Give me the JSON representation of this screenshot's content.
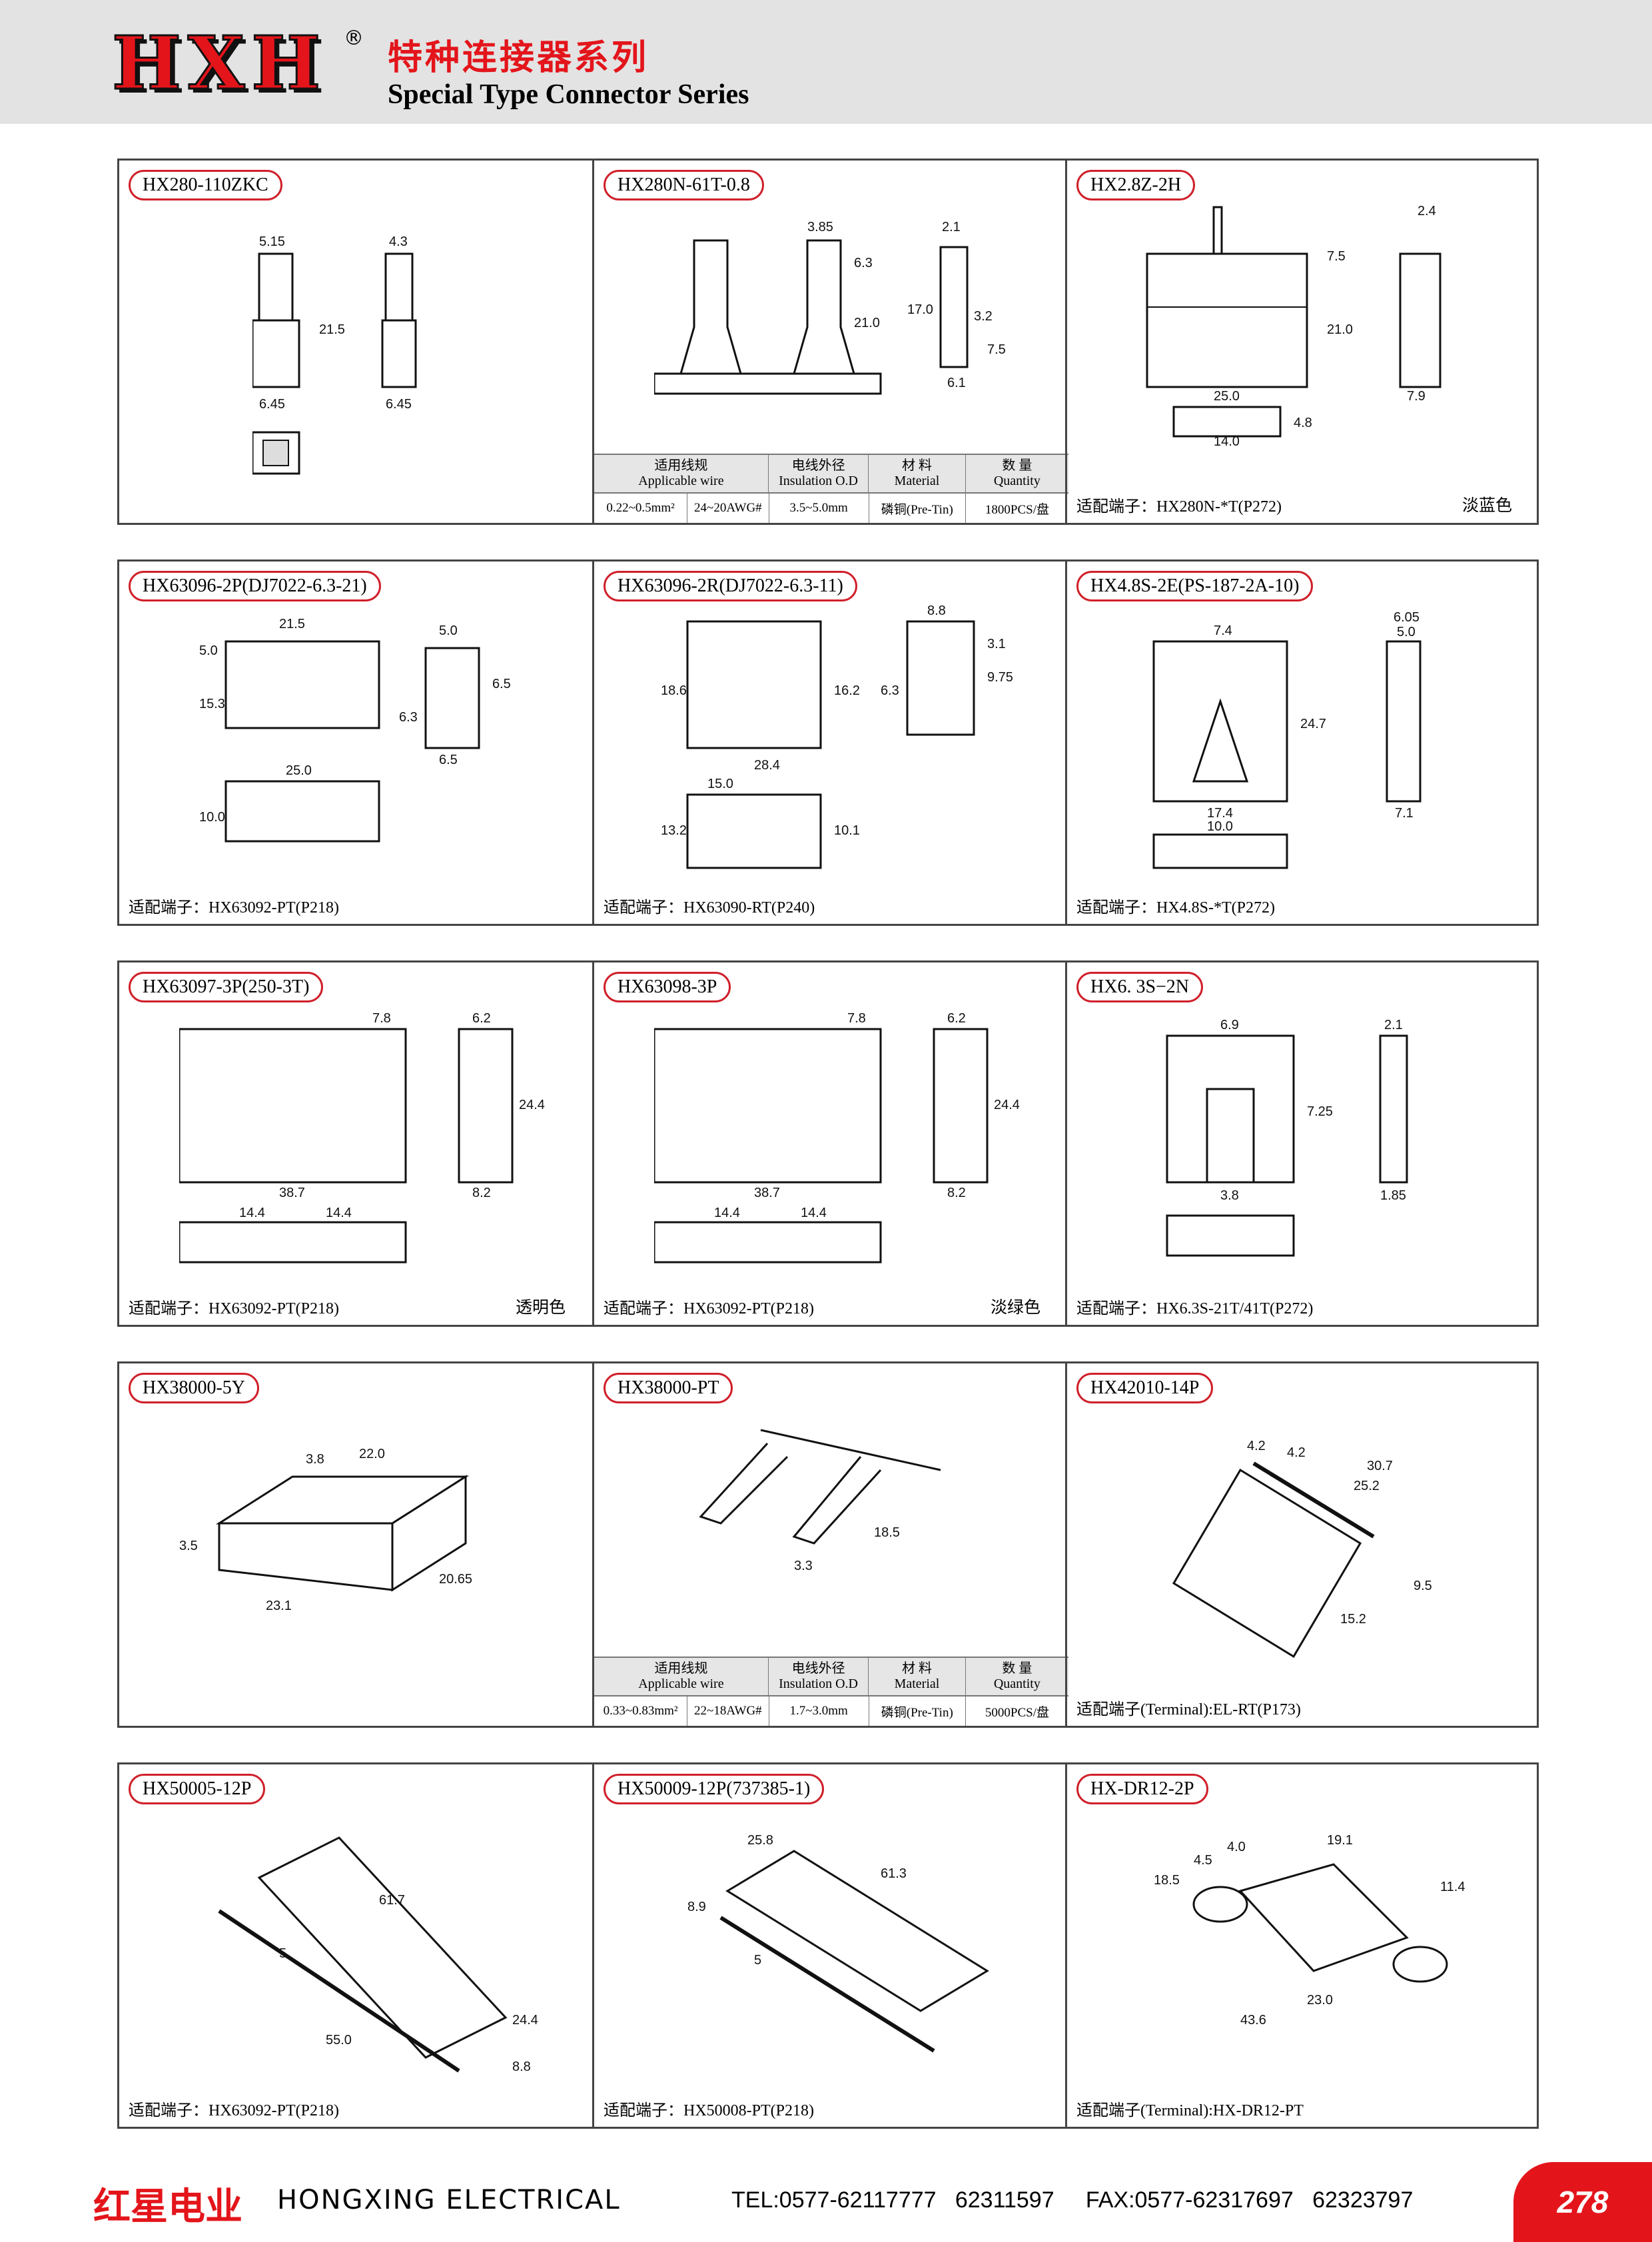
{
  "header": {
    "logo": "HXH",
    "reg_mark": "®",
    "title_cn": "特种连接器系列",
    "title_en": "Special Type Connector Series"
  },
  "rows": [
    {
      "cells": [
        {
          "model": "HX280-110ZKC",
          "dims": [
            "5.15",
            "4.3",
            "21.5",
            "6.45",
            "6.45"
          ],
          "footer": "",
          "color": ""
        },
        {
          "model": "HX280N-61T-0.8",
          "dims": [
            "3.85",
            "2.1",
            "6.3",
            "21.0",
            "17.0",
            "3.2",
            "7.5",
            "6.1"
          ],
          "footer": "",
          "color": "",
          "spec": {
            "h_wire_cn": "适用线规",
            "h_wire_en": "Applicable wire",
            "h_od_cn": "电线外径",
            "h_od_en": "Insulation O.D",
            "h_mat_cn": "材 料",
            "h_mat_en": "Material",
            "h_qty_cn": "数 量",
            "h_qty_en": "Quantity",
            "v_mm": "0.22~0.5mm²",
            "v_awg": "24~20AWG#",
            "v_od": "3.5~5.0mm",
            "v_mat": "磷铜(Pre-Tin)",
            "v_qty": "1800PCS/盘"
          }
        },
        {
          "model": "HX2.8Z-2H",
          "dims": [
            "2.4",
            "7.5",
            "21.0",
            "25.0",
            "7.9",
            "4.8",
            "14.0"
          ],
          "footer": "适配端子：HX280N-*T(P272)",
          "color": "淡蓝色"
        }
      ]
    },
    {
      "cells": [
        {
          "model": "HX63096-2P(DJ7022-6.3-21)",
          "dims": [
            "21.5",
            "5.0",
            "5.0",
            "6.5",
            "15.3",
            "6.3",
            "6.5",
            "25.0",
            "10.0"
          ],
          "footer": "适配端子：HX63092-PT(P218)",
          "color": ""
        },
        {
          "model": "HX63096-2R(DJ7022-6.3-11)",
          "dims": [
            "8.8",
            "3.1",
            "9.75",
            "18.6",
            "16.2",
            "6.3",
            "28.4",
            "15.0",
            "13.2",
            "10.1"
          ],
          "footer": "适配端子：HX63090-RT(P240)",
          "color": ""
        },
        {
          "model": "HX4.8S-2E(PS-187-2A-10)",
          "dims": [
            "6.05",
            "7.4",
            "5.0",
            "24.7",
            "17.4",
            "7.1",
            "10.0"
          ],
          "footer": "适配端子：HX4.8S-*T(P272)",
          "color": ""
        }
      ]
    },
    {
      "cells": [
        {
          "model": "HX63097-3P(250-3T)",
          "dims": [
            "7.8",
            "6.2",
            "24.4",
            "38.7",
            "8.2",
            "14.4",
            "14.4"
          ],
          "footer": "适配端子：HX63092-PT(P218)",
          "color": "透明色"
        },
        {
          "model": "HX63098-3P",
          "dims": [
            "7.8",
            "6.2",
            "24.4",
            "38.7",
            "8.2",
            "14.4",
            "14.4"
          ],
          "footer": "适配端子：HX63092-PT(P218)",
          "color": "淡绿色"
        },
        {
          "model": "HX6. 3S−2N",
          "dims": [
            "6.9",
            "2.1",
            "7.25",
            "3.8",
            "1.85"
          ],
          "footer": "适配端子：HX6.3S-21T/41T(P272)",
          "color": ""
        }
      ]
    },
    {
      "cells": [
        {
          "model": "HX38000-5Y",
          "dims": [
            "3.8",
            "22.0",
            "3.5",
            "20.65",
            "23.1"
          ],
          "footer": "",
          "color": ""
        },
        {
          "model": "HX38000-PT",
          "dims": [
            "18.5",
            "3.3"
          ],
          "footer": "",
          "color": "",
          "spec": {
            "h_wire_cn": "适用线规",
            "h_wire_en": "Applicable wire",
            "h_od_cn": "电线外径",
            "h_od_en": "Insulation O.D",
            "h_mat_cn": "材 料",
            "h_mat_en": "Material",
            "h_qty_cn": "数 量",
            "h_qty_en": "Quantity",
            "v_mm": "0.33~0.83mm²",
            "v_awg": "22~18AWG#",
            "v_od": "1.7~3.0mm",
            "v_mat": "磷铜(Pre-Tin)",
            "v_qty": "5000PCS/盘"
          }
        },
        {
          "model": "HX42010-14P",
          "dims": [
            "4.2",
            "4.2",
            "30.7",
            "25.2",
            "9.5",
            "15.2"
          ],
          "footer": "适配端子(Terminal):EL-RT(P173)",
          "color": ""
        }
      ]
    },
    {
      "cells": [
        {
          "model": "HX50005-12P",
          "dims": [
            "61.7",
            "5",
            "55.0",
            "24.4",
            "8.8"
          ],
          "footer": "适配端子：HX63092-PT(P218)",
          "color": ""
        },
        {
          "model": "HX50009-12P(737385-1)",
          "dims": [
            "25.8",
            "61.3",
            "8.9",
            "5"
          ],
          "footer": "适配端子：HX50008-PT(P218)",
          "color": ""
        },
        {
          "model": "HX-DR12-2P",
          "dims": [
            "18.5",
            "4.5",
            "4.0",
            "19.1",
            "11.4",
            "23.0",
            "43.6"
          ],
          "footer": "适配端子(Terminal):HX-DR12-PT",
          "color": ""
        }
      ]
    }
  ],
  "footer": {
    "brand_cn": "红星电业",
    "brand_en": "HONGXING ELECTRICAL",
    "contact": "TEL:0577-62117777   62311597     FAX:0577-62317697   62323797",
    "page": "278"
  }
}
